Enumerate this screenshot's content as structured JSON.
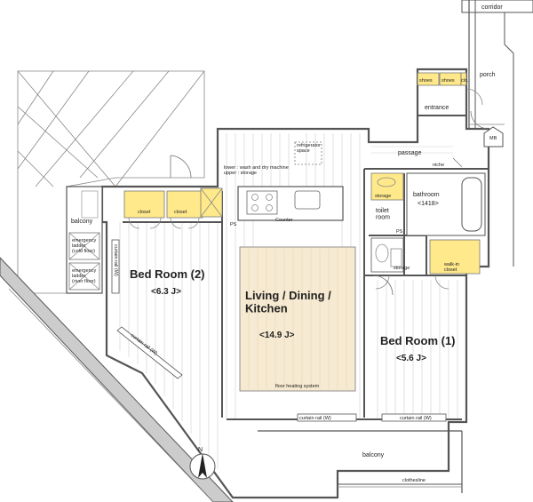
{
  "labels": {
    "corridor": "corridor",
    "porch": "porch",
    "shoes1": "shoes",
    "shoes2": "shoes",
    "closet_entrance": "clo.",
    "entrance": "entrance",
    "mb": "MB",
    "refrigerator": "refrigerator\nspace",
    "washer": "lower : wash and dry machine\nupper : storage",
    "passage": "passage",
    "niche": "niche",
    "balcony_left": "balcony",
    "closet1": "closet",
    "closet2": "closet",
    "ps_left": "PS",
    "counter": "Counter",
    "storage1": "storage",
    "bathroom": "bathroom",
    "bath_size": "<1418>",
    "toilet": "toilet\nroom",
    "ps_right": "PS",
    "storage2": "storage",
    "walkin": "walk-in\ncloset",
    "ladder1": "emergency\nladder\n(cold floor)",
    "ladder2": "emergency\nladder\n(river floor)",
    "curtain_vertical": "curtain rail (W)",
    "bed2": "Bed Room (2)",
    "bed2_size": "<6.3 J>",
    "ldk": "Living / Dining /\nKitchen",
    "ldk_size": "<14.9 J>",
    "floor_heating": "floor heating system",
    "curtain_diagonal": "curtain rail (W)",
    "bed1": "Bed Room (1)",
    "bed1_size": "<5.6 J>",
    "curtain_ldk": "curtain rail (W)",
    "curtain_bed1": "curtain rail (W)",
    "balcony_bottom": "balcony",
    "clothesline": "clothesline",
    "north": "N"
  }
}
